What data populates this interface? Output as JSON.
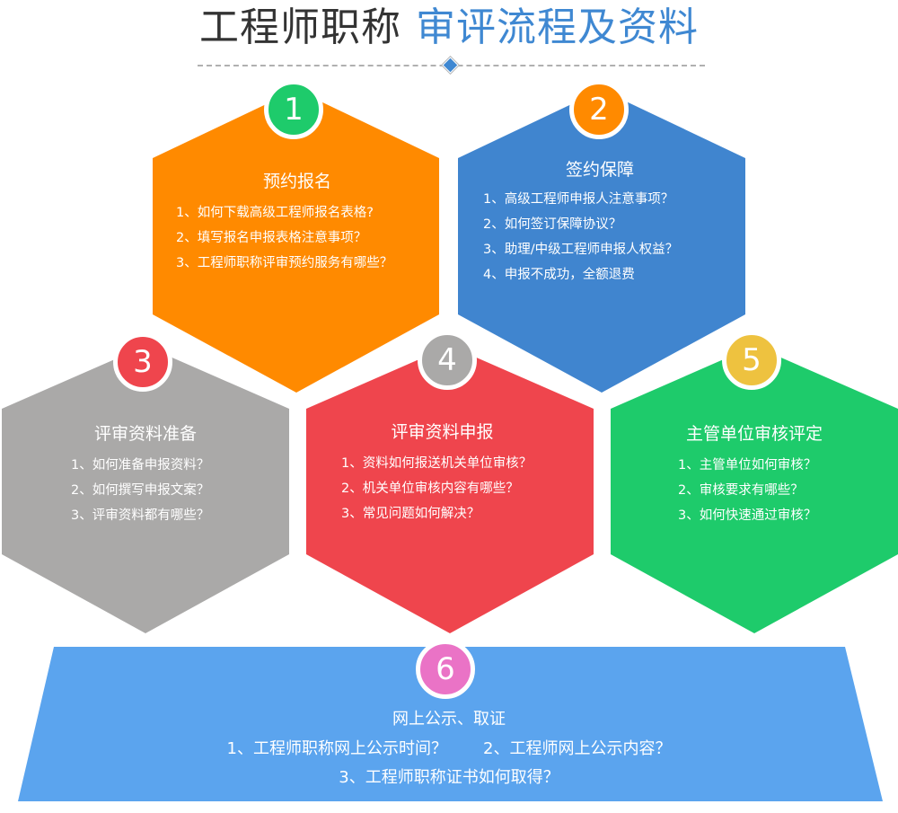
{
  "title": {
    "part1": "工程师职称",
    "part2": "审评流程及资料"
  },
  "colors": {
    "title_dark": "#333333",
    "title_accent": "#3f88d2",
    "step1_hex": "#ff8a00",
    "step2_hex": "#4085cf",
    "step3_hex": "#aaa9a8",
    "step4_hex": "#ef454d",
    "step5_hex": "#1ecb6b",
    "step6_band": "#5ba4ee",
    "badge1": "#1ecb6b",
    "badge2": "#ff8a00",
    "badge3": "#ef454d",
    "badge4": "#aaa9a8",
    "badge5": "#eec23f",
    "badge6": "#ea73c6"
  },
  "steps": [
    {
      "number": "1",
      "heading": "预约报名",
      "items": [
        "1、如何下载高级工程师报名表格?",
        "2、填写报名申报表格注意事项？",
        "3、工程师职称评审预约服务有哪些？"
      ]
    },
    {
      "number": "2",
      "heading": "签约保障",
      "items": [
        "1、高级工程师申报人注意事项？",
        "2、如何签订保障协议？",
        "3、助理/中级工程师申报人权益？",
        "4、申报不成功，全额退费"
      ]
    },
    {
      "number": "3",
      "heading": "评审资料准备",
      "items": [
        "1、如何准备申报资料？",
        "2、如何撰写申报文案？",
        "3、评审资料都有哪些？"
      ]
    },
    {
      "number": "4",
      "heading": "评审资料申报",
      "items": [
        "1、资料如何报送机关单位审核？",
        "2、机关单位审核内容有哪些？",
        "3、常见问题如何解决？"
      ]
    },
    {
      "number": "5",
      "heading": "主管单位审核评定",
      "items": [
        "1、主管单位如何审核？",
        "2、审核要求有哪些？",
        "3、如何快速通过审核？"
      ]
    },
    {
      "number": "6",
      "heading": "网上公示、取证",
      "items": [
        "1、工程师职称网上公示时间？",
        "2、工程师网上公示内容？",
        "3、工程师职称证书如何取得？"
      ]
    }
  ]
}
